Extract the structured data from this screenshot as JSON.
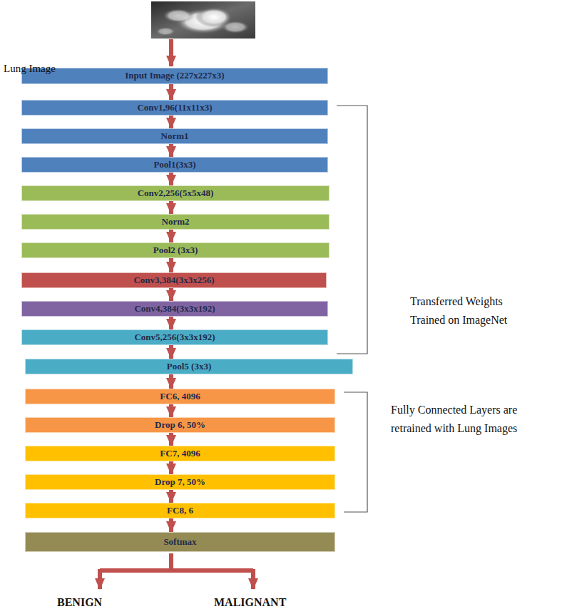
{
  "diagram": {
    "nodes": [
      {
        "text": [
          "Input Image (227x227x3)"
        ]
      },
      {
        "text": [
          "Conv1,96(11x11x3)"
        ]
      },
      {
        "text": [
          "Norm1"
        ]
      },
      {
        "text": [
          "Pool1(3x3)"
        ]
      },
      {
        "text": [
          "Conv2,256(5x5x48)"
        ]
      },
      {
        "text": [
          "Norm2"
        ]
      },
      {
        "text": [
          "Pool2 (3x3)"
        ]
      },
      {
        "text": [
          "Conv3,384(3x3x256)"
        ]
      },
      {
        "text": [
          "Conv4,384(3x3x192)"
        ]
      },
      {
        "text": [
          "Conv5,256(3x3x192)"
        ]
      },
      {
        "text": [
          "Pool5 (3x3)"
        ]
      },
      {
        "text": [
          "FC6, 4096"
        ]
      },
      {
        "text": [
          "Drop 6, 50%"
        ]
      },
      {
        "text": [
          "FC7, 4096"
        ]
      },
      {
        "text": [
          "Drop 7, 50%"
        ]
      },
      {
        "text": [
          "FC8, 6"
        ]
      },
      {
        "text": [
          "Softmax"
        ]
      }
    ],
    "edges": [
      {
        "from": 0,
        "to": 1,
        "arrow": "to"
      },
      {
        "from": 1,
        "to": 2,
        "arrow": "to"
      },
      {
        "from": 2,
        "to": 3,
        "arrow": "to"
      },
      {
        "from": 3,
        "to": 4,
        "arrow": "to"
      },
      {
        "from": 4,
        "to": 5,
        "arrow": "to"
      },
      {
        "from": 5,
        "to": 6,
        "arrow": "to"
      },
      {
        "from": 6,
        "to": 7,
        "arrow": "to"
      },
      {
        "from": 7,
        "to": 8,
        "arrow": "to"
      },
      {
        "from": 8,
        "to": 9,
        "arrow": "to"
      },
      {
        "from": 9,
        "to": 10,
        "arrow": "to"
      },
      {
        "from": 10,
        "to": 11,
        "arrow": "to"
      },
      {
        "from": 11,
        "to": 12,
        "arrow": "to"
      },
      {
        "from": 12,
        "to": 13,
        "arrow": "to"
      },
      {
        "from": 13,
        "to": 14,
        "arrow": "to"
      },
      {
        "from": 14,
        "to": 15,
        "arrow": "to"
      },
      {
        "from": 15,
        "to": 16,
        "arrow": "to"
      }
    ],
    "labels": [
      "Lung Image",
      "Transferred Weights Trained on ImageNet",
      "Fully Connected Layers are retrained with Lung Images",
      "BENIGN",
      "MALIGNANT"
    ]
  }
}
